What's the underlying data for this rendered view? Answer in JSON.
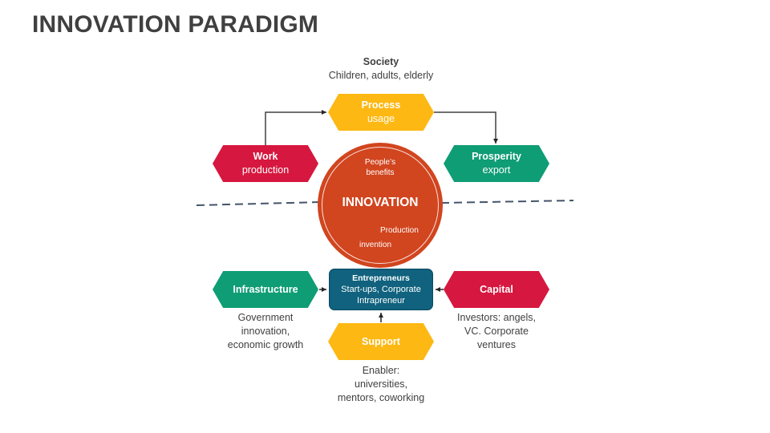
{
  "title": "INNOVATION PARADIGM",
  "colors": {
    "yellow": "#fdb813",
    "crimson": "#d6173f",
    "green": "#0f9d75",
    "orange_red": "#d1451f",
    "teal": "#10627e",
    "dash": "#44546a",
    "text": "#404040"
  },
  "society": {
    "heading": "Society",
    "text": "Children, adults, elderly"
  },
  "process": {
    "title": "Process",
    "sub": "usage"
  },
  "work": {
    "title": "Work",
    "sub": "production"
  },
  "prosperity": {
    "title": "Prosperity",
    "sub": "export"
  },
  "innovation": {
    "label": "INNOVATION",
    "top_line1": "People’s",
    "top_line2": "benefits",
    "bottom_line1": "Production",
    "bottom_line2": "invention"
  },
  "entrepreneurs": {
    "title": "Entrepreneurs",
    "line1": "Start-ups, Corporate",
    "line2": "Intrapreneur"
  },
  "infrastructure": {
    "title": "Infrastructure",
    "caption": [
      "Government",
      "innovation,",
      "economic growth"
    ]
  },
  "capital": {
    "title": "Capital",
    "caption": [
      "Investors: angels,",
      "VC. Corporate",
      "ventures"
    ]
  },
  "support": {
    "title": "Support",
    "caption": [
      "Enabler:",
      "universities,",
      "mentors, coworking"
    ]
  }
}
